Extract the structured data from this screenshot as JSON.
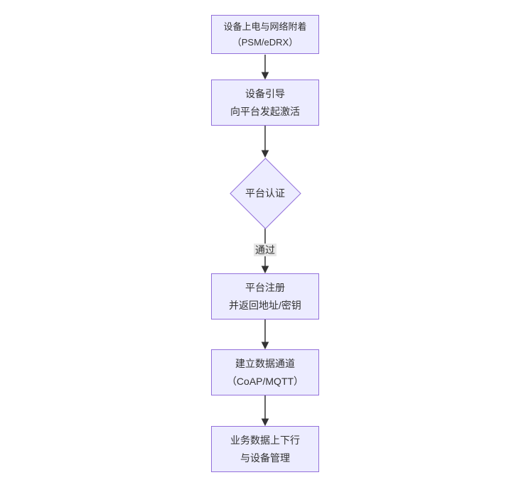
{
  "diagram": {
    "type": "flowchart",
    "direction": "top-down",
    "nodes": [
      {
        "id": "A",
        "shape": "rect",
        "lines": [
          "设备上电与网络附着",
          "（PSM/eDRX）"
        ]
      },
      {
        "id": "B",
        "shape": "rect",
        "lines": [
          "设备引导",
          "向平台发起激活"
        ]
      },
      {
        "id": "C",
        "shape": "diamond",
        "lines": [
          "平台认证"
        ]
      },
      {
        "id": "D",
        "shape": "rect",
        "lines": [
          "平台注册",
          "并返回地址/密钥"
        ]
      },
      {
        "id": "E",
        "shape": "rect",
        "lines": [
          "建立数据通道",
          "（CoAP/MQTT）"
        ]
      },
      {
        "id": "F",
        "shape": "rect",
        "lines": [
          "业务数据上下行",
          "与设备管理"
        ]
      }
    ],
    "edges": [
      {
        "from": "A",
        "to": "B"
      },
      {
        "from": "B",
        "to": "C"
      },
      {
        "from": "C",
        "to": "D",
        "label": "通过"
      },
      {
        "from": "D",
        "to": "E"
      },
      {
        "from": "E",
        "to": "F"
      }
    ],
    "colors": {
      "background": "#ffffff",
      "node_fill": "#ECECFF",
      "node_border": "#9370DB",
      "edge_stroke": "#333333",
      "edge_label_bg": "#e8e8e8",
      "text": "#333333"
    }
  }
}
